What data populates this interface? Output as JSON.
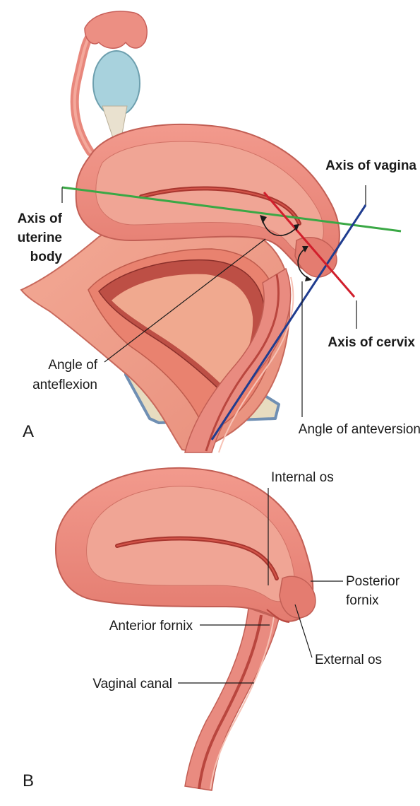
{
  "figure": {
    "panels": {
      "a": {
        "letter": "A"
      },
      "b": {
        "letter": "B"
      }
    },
    "labels_a": {
      "axis_uterine_1": "Axis of",
      "axis_uterine_2": "uterine",
      "axis_uterine_3": "body",
      "axis_vagina": "Axis of vagina",
      "axis_cervix": "Axis of cervix",
      "anteflexion_1": "Angle of",
      "anteflexion_2": "anteflexion",
      "anteversion": "Angle of anteversion"
    },
    "labels_b": {
      "internal_os": "Internal os",
      "posterior_fornix_1": "Posterior",
      "posterior_fornix_2": "fornix",
      "anterior_fornix": "Anterior fornix",
      "external_os": "External os",
      "vaginal_canal": "Vaginal canal"
    },
    "colors": {
      "axis_uterine_body": "#3aa845",
      "axis_vagina": "#1f3c8f",
      "axis_cervix": "#d11f2c",
      "tissue": "#e98b80",
      "tissue_dark": "#d8675d",
      "tissue_light": "#f6b9ab",
      "ovary": "#a8d2dd",
      "pubic_bone": "#e7dcc0"
    }
  }
}
